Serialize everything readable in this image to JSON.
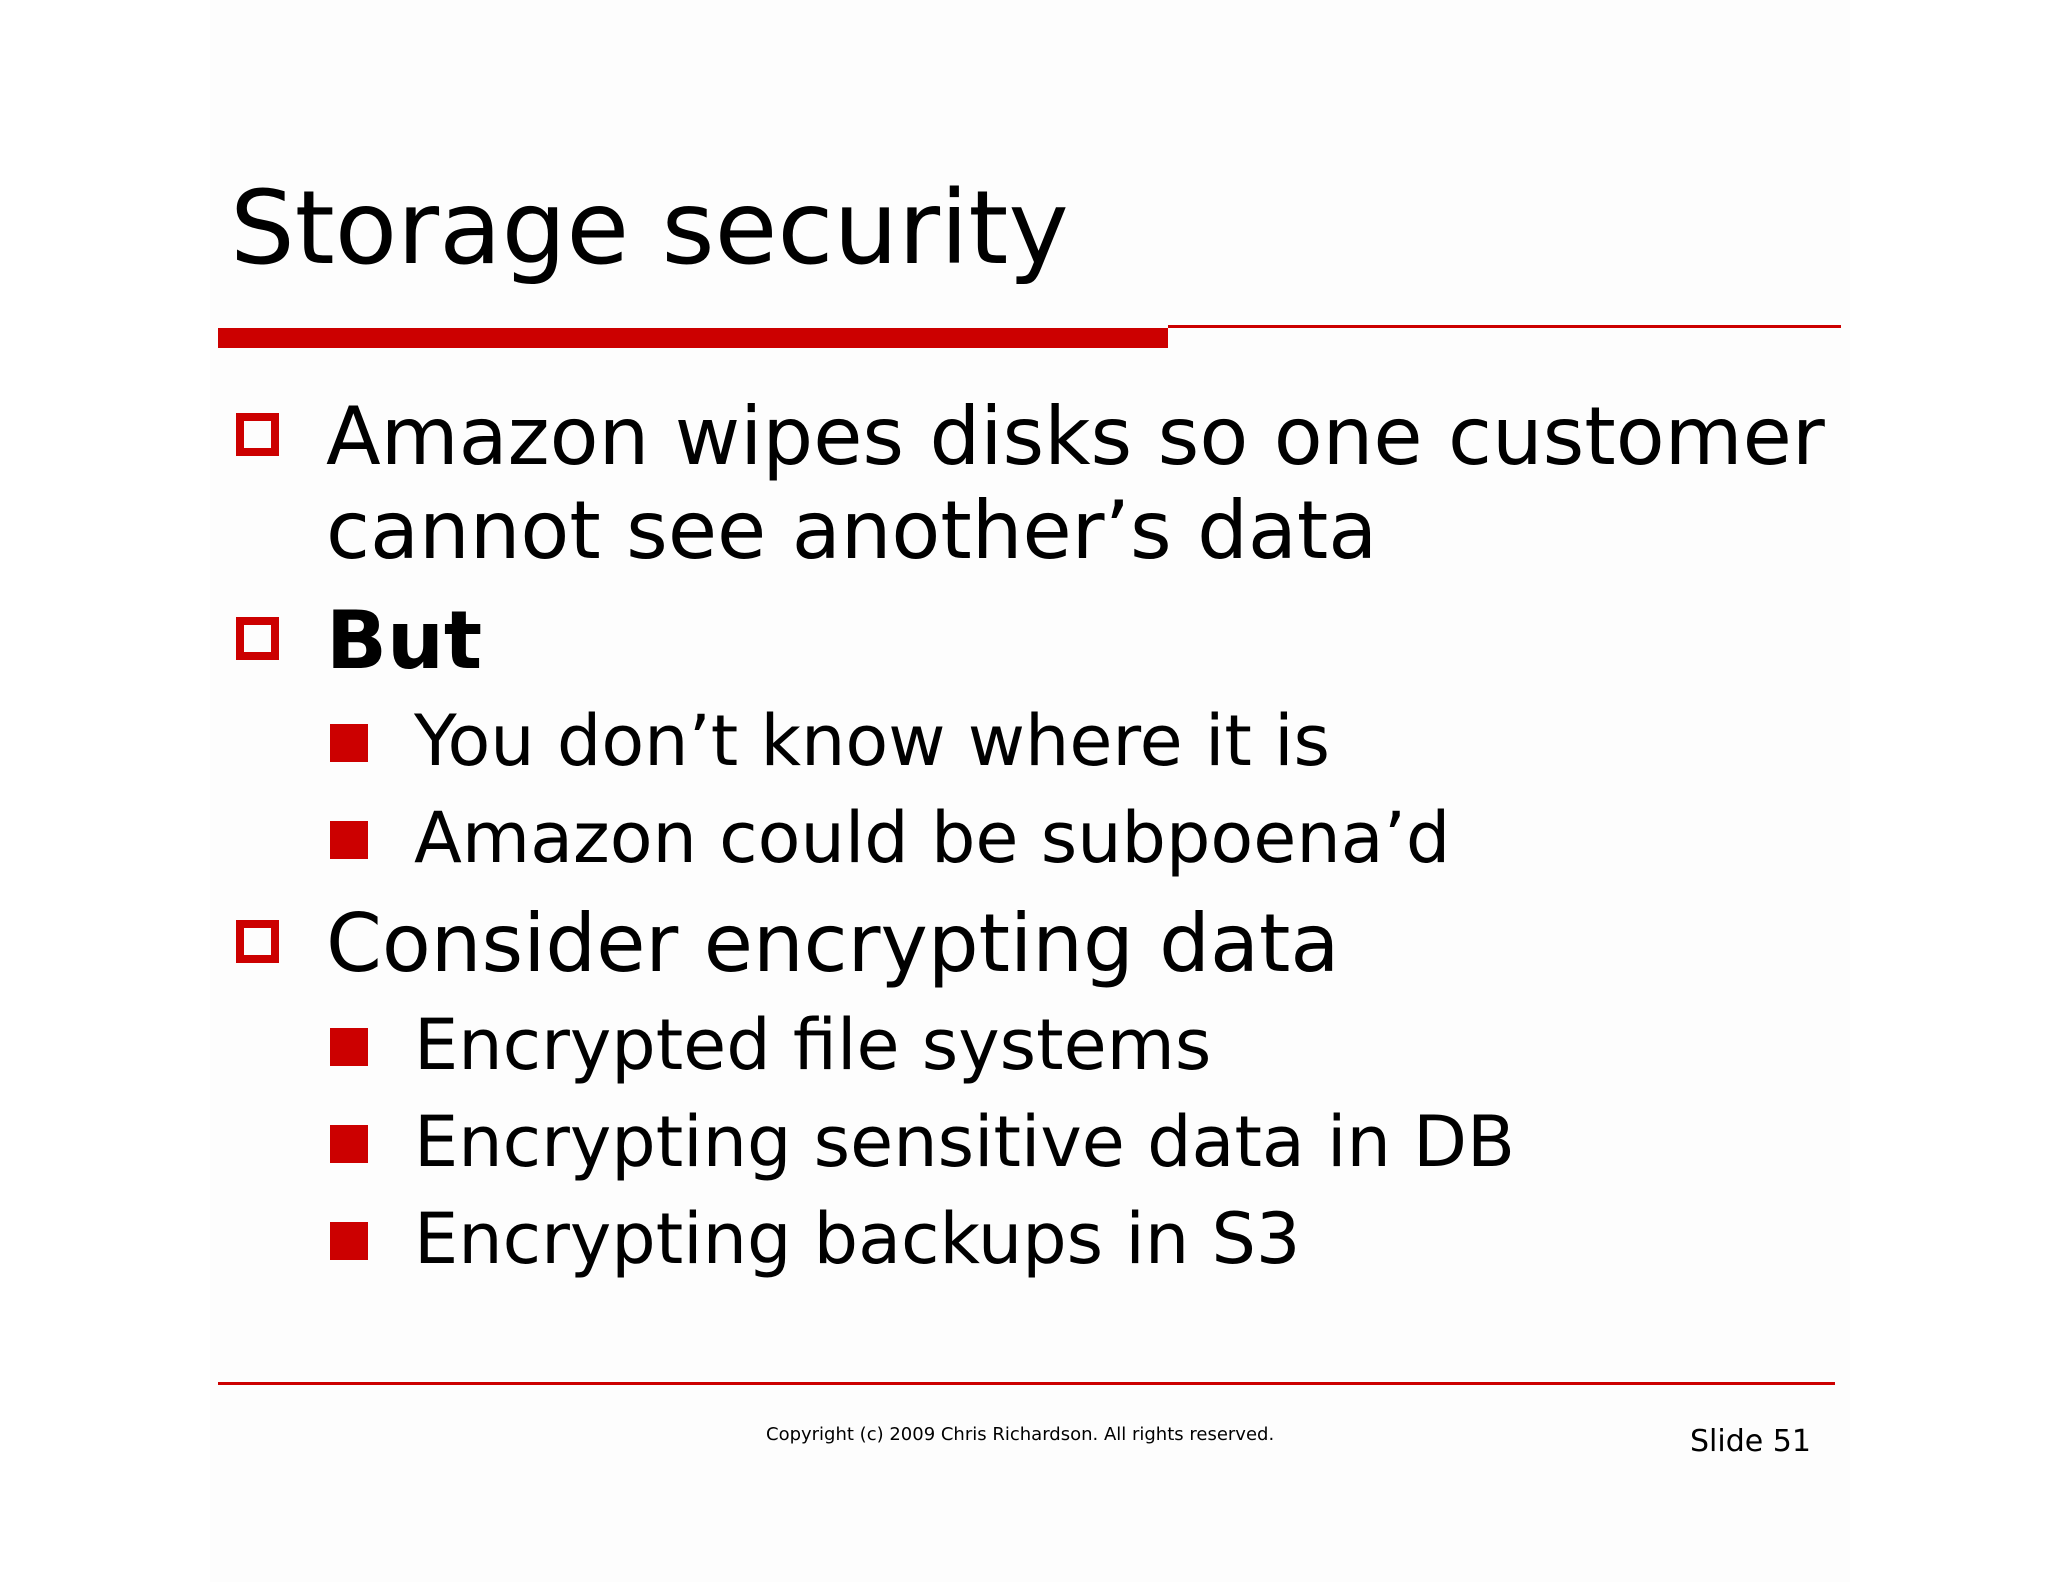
{
  "slide": {
    "title": "Storage security",
    "bullets": [
      {
        "lines": [
          "Amazon wipes disks so one customer",
          "cannot see another’s data"
        ],
        "bold": false,
        "sub": []
      },
      {
        "lines": [
          "But"
        ],
        "bold": true,
        "sub": [
          "You don’t know where it is",
          "Amazon could be subpoena’d"
        ]
      },
      {
        "lines": [
          "Consider encrypting data"
        ],
        "bold": false,
        "sub": [
          "Encrypted file systems",
          "Encrypting sensitive data in DB",
          "Encrypting backups in S3"
        ]
      }
    ],
    "footer": {
      "copyright": "Copyright (c) 2009 Chris Richardson. All rights reserved.",
      "slide_number": "Slide 51"
    }
  },
  "colors": {
    "accent": "#cc0000",
    "text": "#000000",
    "background": "#ffffff"
  },
  "icons": {
    "level1_bullet": "hollow-square-icon",
    "level2_bullet": "filled-square-icon"
  }
}
